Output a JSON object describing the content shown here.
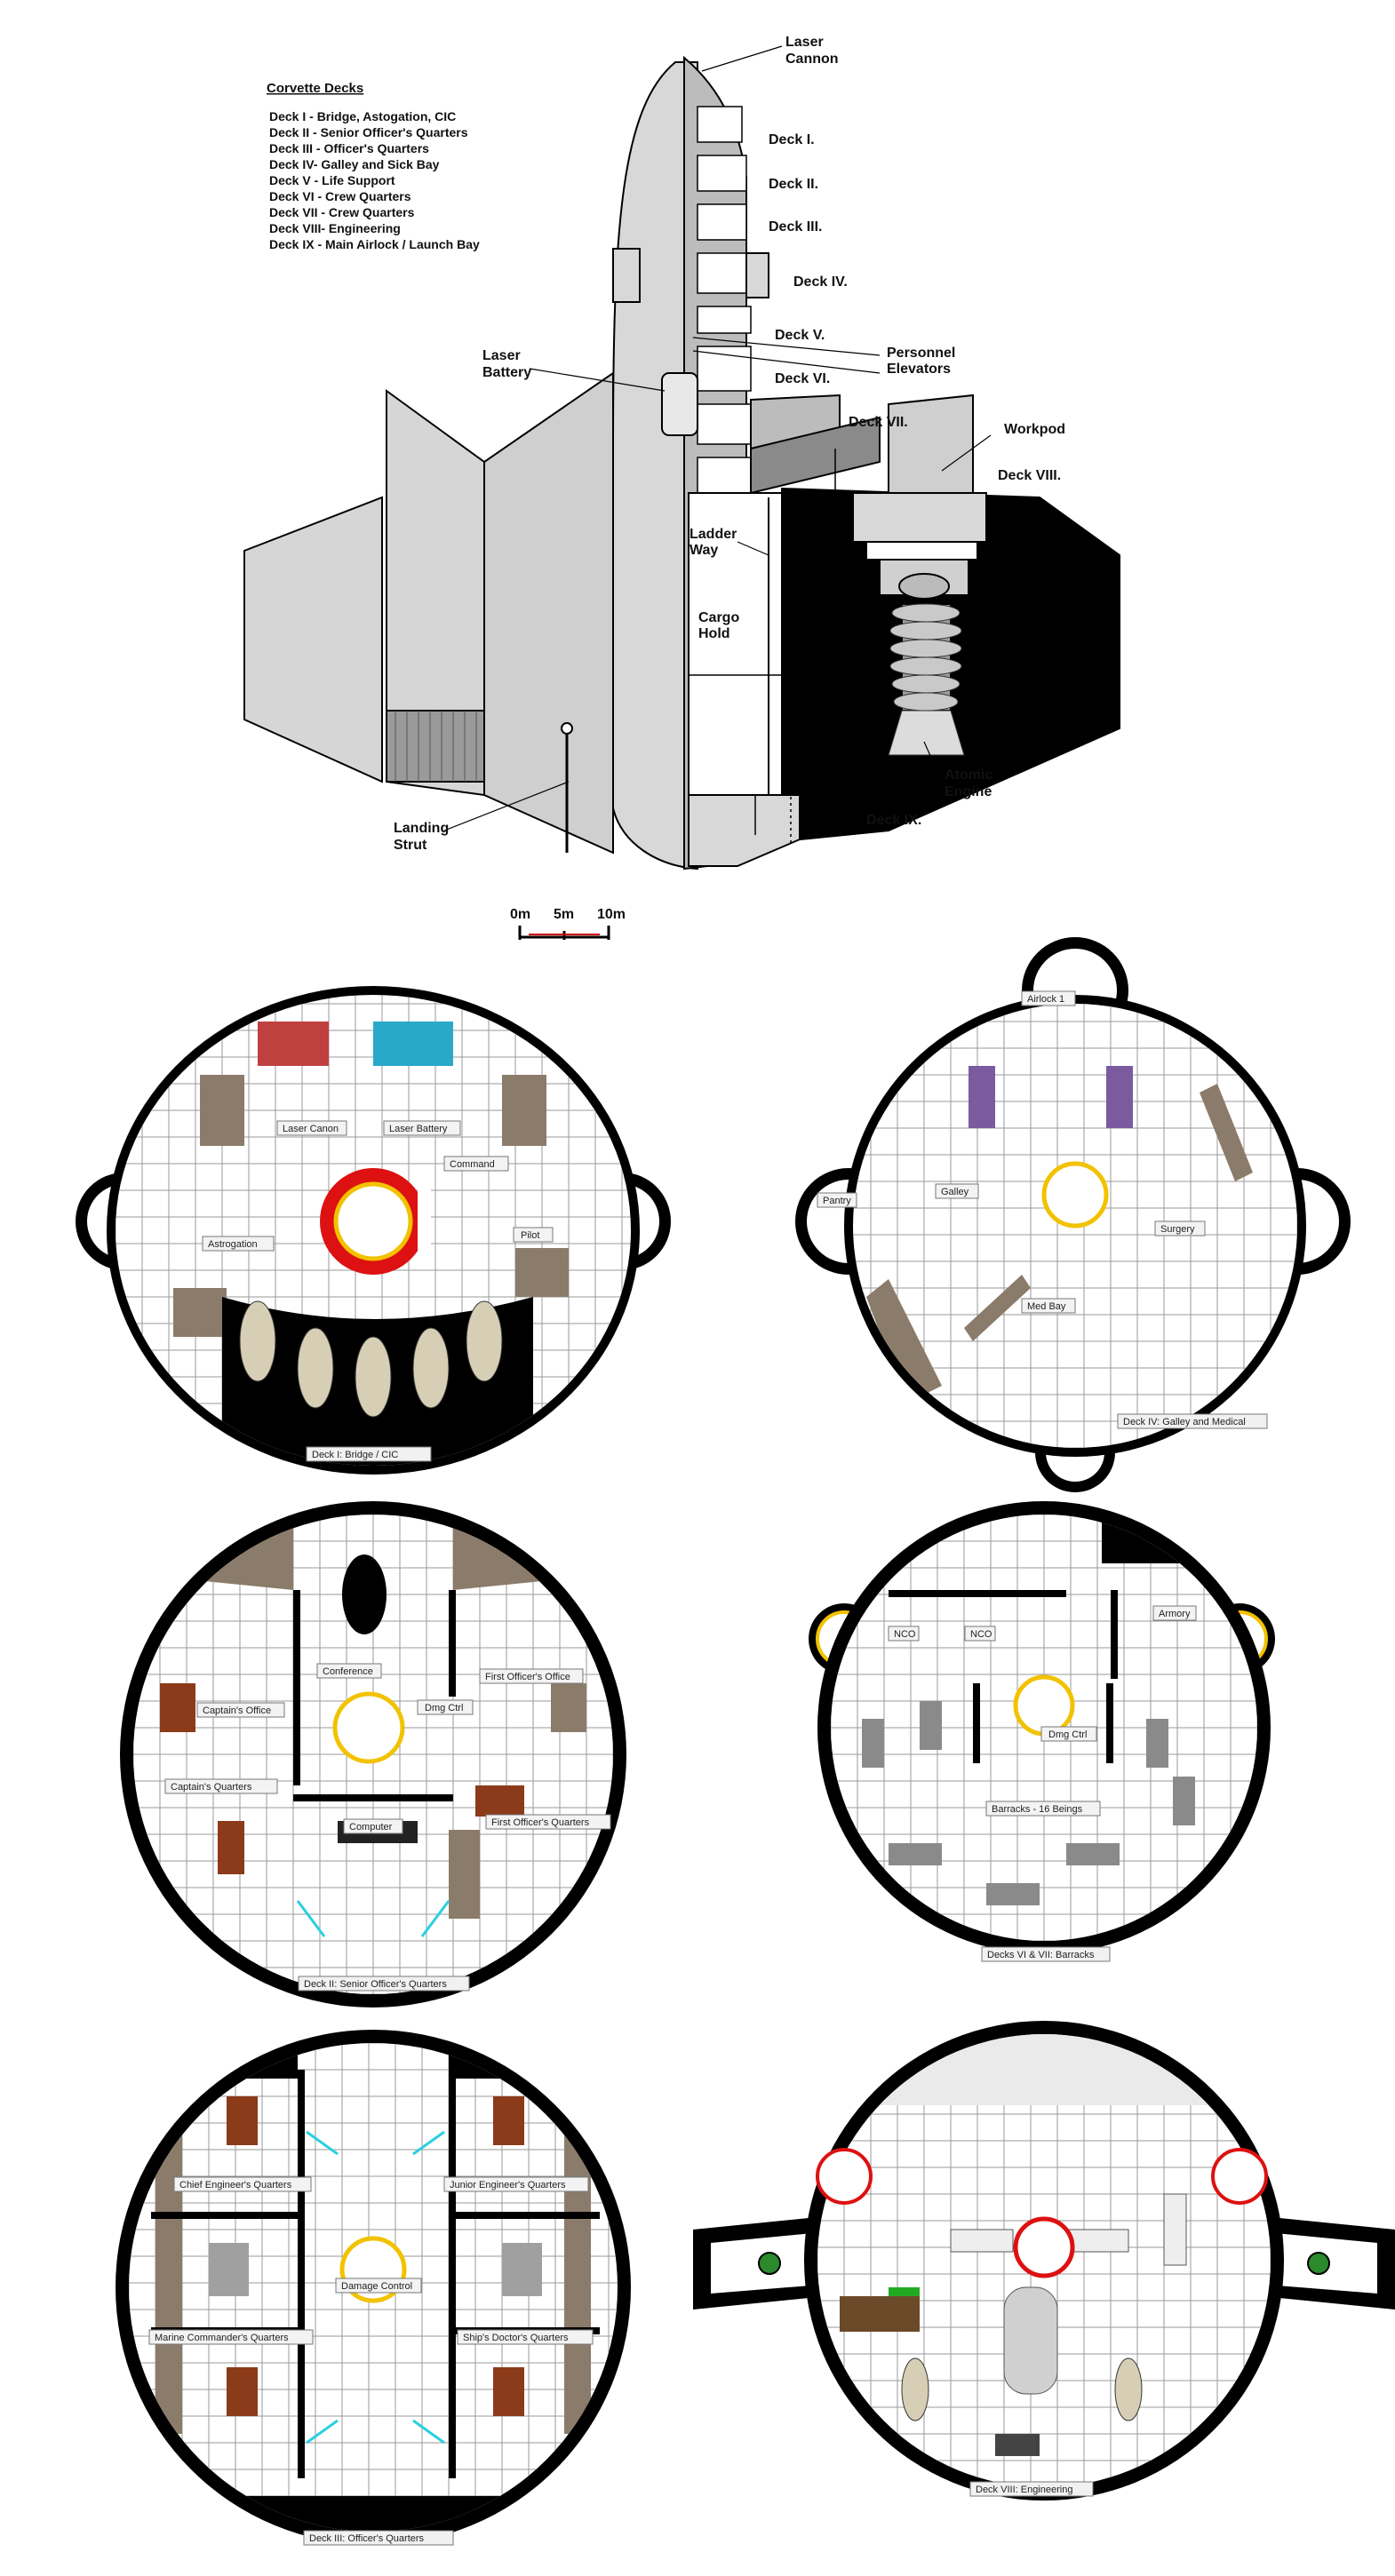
{
  "legend": {
    "title": "Corvette Decks",
    "items": [
      "Deck I - Bridge, Astogation, CIC",
      "Deck II - Senior Officer's Quarters",
      "Deck III - Officer's Quarters",
      "Deck IV- Galley and Sick Bay",
      "Deck V - Life Support",
      "Deck VI - Crew Quarters",
      "Deck VII - Crew Quarters",
      "Deck VIII- Engineering",
      "Deck IX - Main Airlock / Launch Bay"
    ]
  },
  "cutaway": {
    "laser_cannon": [
      "Laser",
      "Cannon"
    ],
    "decks": {
      "d1": "Deck I.",
      "d2": "Deck II.",
      "d3": "Deck III.",
      "d4": "Deck IV.",
      "d5": "Deck V.",
      "d6": "Deck VI.",
      "d7": "Deck VII.",
      "d8": "Deck VIII.",
      "d9": "Deck IX."
    },
    "personnel_elevators": [
      "Personnel",
      "Elevators"
    ],
    "laser_battery": [
      "Laser",
      "Battery"
    ],
    "workpod": "Workpod",
    "ladder_way": [
      "Ladder",
      "Way"
    ],
    "cargo_hold": [
      "Cargo",
      "Hold"
    ],
    "atomic_engine": [
      "Atomic",
      "Engine"
    ],
    "landing_strut": [
      "Landing",
      "Strut"
    ]
  },
  "scale": {
    "labels": [
      "0m",
      "5m",
      "10m"
    ]
  },
  "deck1": {
    "caption": "Deck I: Bridge / CIC",
    "rooms": [
      "Laser Canon",
      "Laser Battery",
      "Command",
      "Astrogation",
      "Pilot"
    ]
  },
  "deck4": {
    "caption": "Deck IV: Galley and Medical",
    "rooms": [
      "Airlock 1",
      "Pantry",
      "Galley",
      "Surgery",
      "Med Bay"
    ]
  },
  "deck2": {
    "caption": "Deck II: Senior Officer's Quarters",
    "rooms": [
      "Conference",
      "First Officer's Office",
      "Captain's Office",
      "Dmg Ctrl",
      "Captain's Quarters",
      "Computer",
      "First Officer's Quarters"
    ]
  },
  "deck67": {
    "caption": "Decks VI & VII: Barracks",
    "rooms": [
      "NCO",
      "NCO",
      "Armory",
      "Dmg Ctrl",
      "Barracks - 16 Beings"
    ]
  },
  "deck3": {
    "caption": "Deck III: Officer's Quarters",
    "rooms": [
      "Chief Engineer's Quarters",
      "Junior Engineer's Quarters",
      "Damage Control",
      "Marine Commander's Quarters",
      "Ship's Doctor's Quarters"
    ]
  },
  "deck8": {
    "caption": "Deck VIII: Engineering"
  },
  "colors": {
    "hull_gray": "#d8d8d8",
    "hull_dark": "#8a8a8a",
    "engine_black": "#000000",
    "accent_red": "#dd1111",
    "accent_yellow": "#f2c200",
    "accent_cyan": "#2ad0e0",
    "wall_brown": "#8b7b6a"
  }
}
